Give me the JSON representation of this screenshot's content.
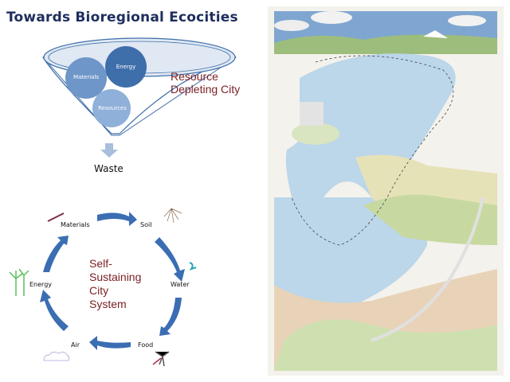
{
  "title": "Towards Bioregional Ecocities",
  "funnel": {
    "circles": [
      "Materials",
      "Energy",
      "Resources"
    ],
    "side_label_line1": "Resource",
    "side_label_line2": "Depleting City",
    "output_label": "Waste"
  },
  "cycle": {
    "center_line1": "Self-",
    "center_line2": "Sustaining",
    "center_line3": "City",
    "center_line4": "System",
    "nodes": [
      "Materials",
      "Soil",
      "Water",
      "Food",
      "Air",
      "Energy"
    ],
    "icons": [
      "materials-icon",
      "roots-icon",
      "water-splash-icon",
      "food-tool-icon",
      "cloud-icon",
      "wind-turbine-icon"
    ]
  },
  "illustration": {
    "description": "Hand-drawn colored-pencil aerial view of a bay city with islands, mountains, boats and a curving rail line"
  },
  "colors": {
    "title": "#1f2e5e",
    "circle_dark": "#3f6faa",
    "circle_light": "#7fa3cf",
    "arrow": "#3b6db3",
    "red_text": "#7a1e24",
    "water": "#bcd6ea"
  }
}
